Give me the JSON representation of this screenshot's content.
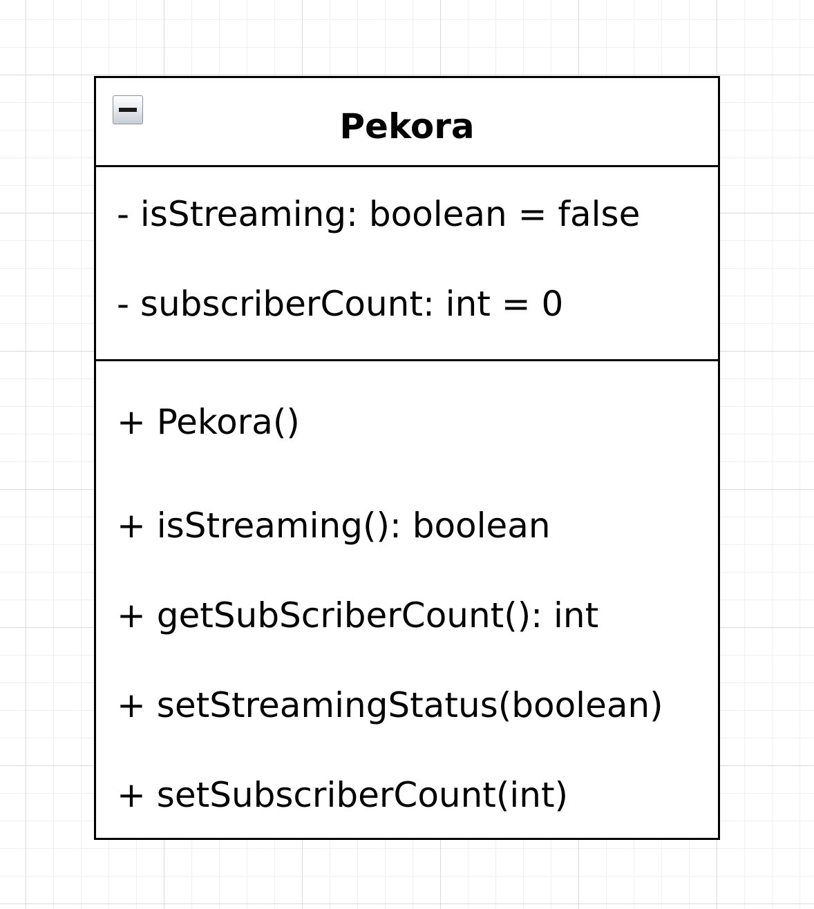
{
  "class": {
    "name": "Pekora",
    "attributes": [
      "- isStreaming: boolean = false",
      "- subscriberCount: int = 0"
    ],
    "operations": [
      "+ Pekora()",
      "+ isStreaming(): boolean",
      "+ getSubScriberCount(): int",
      "+ setStreamingStatus(boolean)",
      "+ setSubscriberCount(int)"
    ]
  },
  "icons": {
    "collapse": "minus-collapse-icon"
  }
}
